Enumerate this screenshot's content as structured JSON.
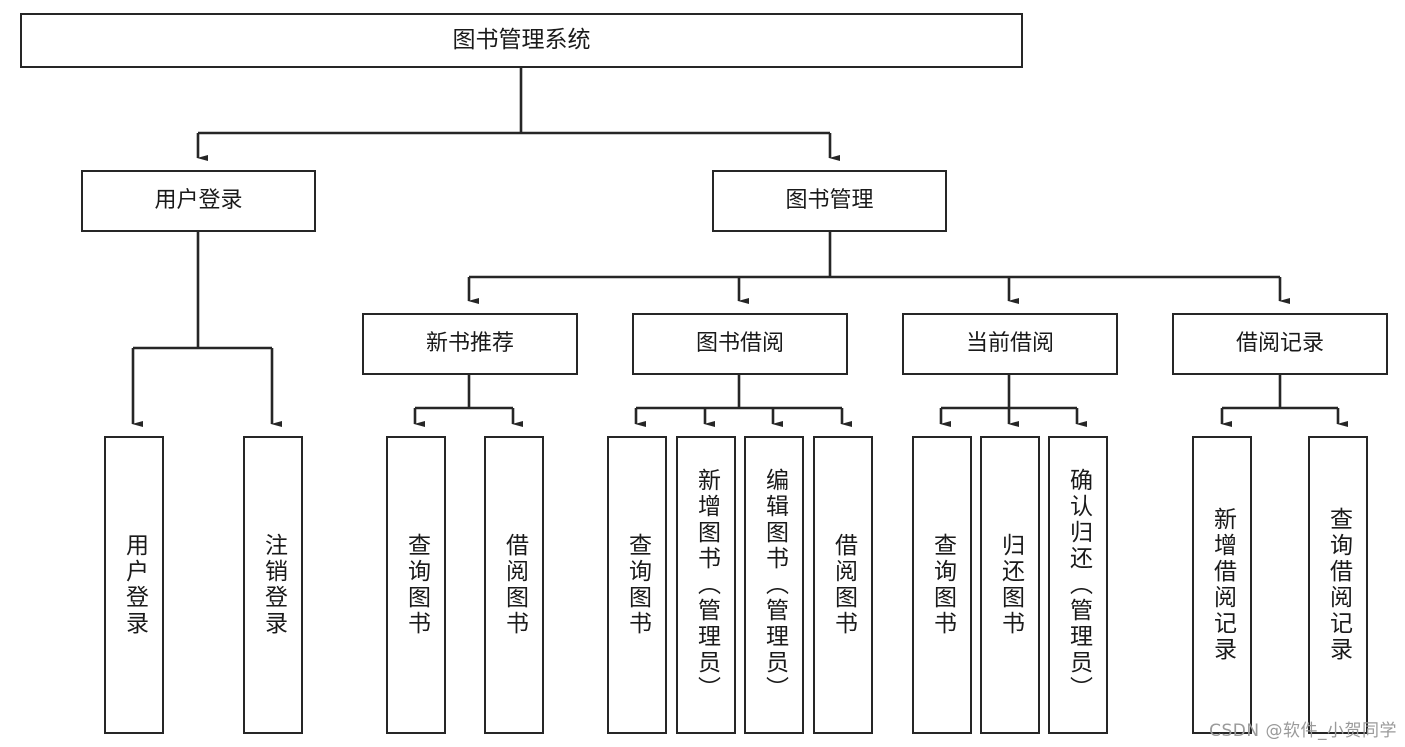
{
  "diagram": {
    "title": "图书管理系统",
    "type": "tree-hierarchy",
    "watermark": "CSDN @软件_小贺同学",
    "colors": {
      "box_border": "#262626",
      "box_fill": "#ffffff",
      "line": "#262626",
      "text": "#1a1a1a",
      "watermark": "#9a9a9a"
    },
    "levels": {
      "root": {
        "label": "图书管理系统"
      },
      "level2": [
        {
          "id": "user-login",
          "label": "用户登录"
        },
        {
          "id": "book-management",
          "label": "图书管理"
        }
      ],
      "level3": [
        {
          "id": "new-book-recommend",
          "label": "新书推荐",
          "parent": "book-management"
        },
        {
          "id": "book-borrow",
          "label": "图书借阅",
          "parent": "book-management"
        },
        {
          "id": "current-borrow",
          "label": "当前借阅",
          "parent": "book-management"
        },
        {
          "id": "borrow-record",
          "label": "借阅记录",
          "parent": "book-management"
        }
      ],
      "leaves": [
        {
          "id": "leaf-user-login",
          "label": "用户登录",
          "parent": "user-login"
        },
        {
          "id": "leaf-logout",
          "label": "注销登录",
          "parent": "user-login"
        },
        {
          "id": "leaf-query-book-1",
          "label": "查询图书",
          "parent": "new-book-recommend"
        },
        {
          "id": "leaf-borrow-book-1",
          "label": "借阅图书",
          "parent": "new-book-recommend"
        },
        {
          "id": "leaf-query-book-2",
          "label": "查询图书",
          "parent": "book-borrow"
        },
        {
          "id": "leaf-add-book",
          "label": "新增图书（管理员）",
          "parent": "book-borrow"
        },
        {
          "id": "leaf-edit-book",
          "label": "编辑图书（管理员）",
          "parent": "book-borrow"
        },
        {
          "id": "leaf-borrow-book-2",
          "label": "借阅图书",
          "parent": "book-borrow"
        },
        {
          "id": "leaf-query-book-3",
          "label": "查询图书",
          "parent": "current-borrow"
        },
        {
          "id": "leaf-return-book",
          "label": "归还图书",
          "parent": "current-borrow"
        },
        {
          "id": "leaf-confirm-return",
          "label": "确认归还（管理员）",
          "parent": "current-borrow"
        },
        {
          "id": "leaf-add-record",
          "label": "新增借阅记录",
          "parent": "borrow-record"
        },
        {
          "id": "leaf-query-record",
          "label": "查询借阅记录",
          "parent": "borrow-record"
        }
      ]
    }
  }
}
